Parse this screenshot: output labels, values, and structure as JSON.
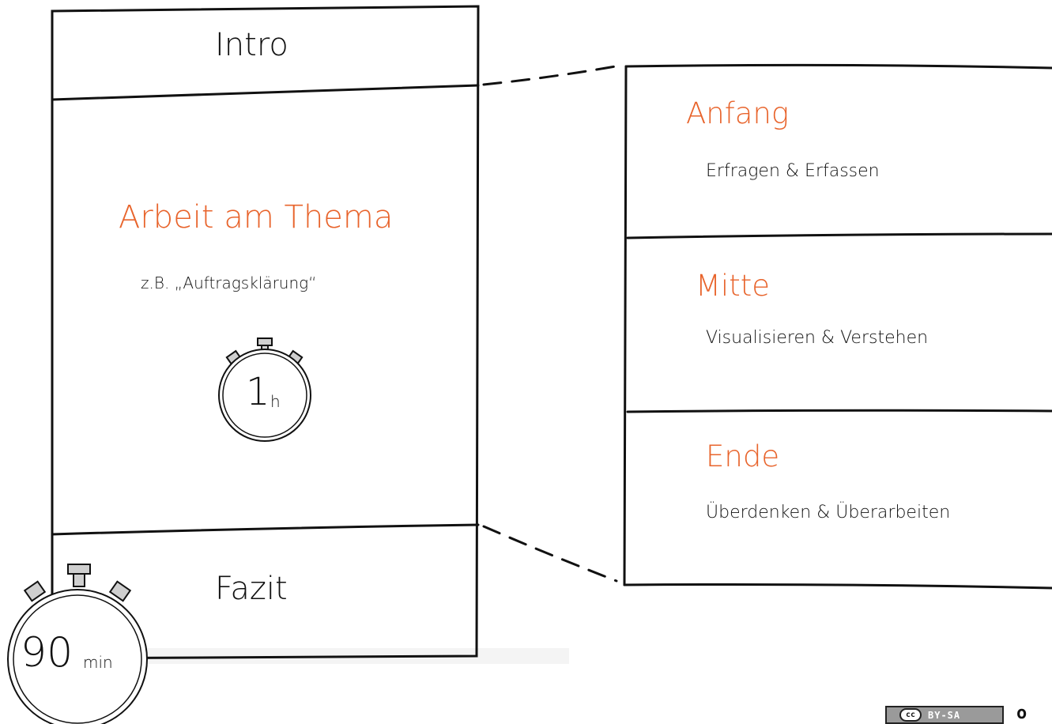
{
  "left_panel": {
    "intro": "Intro",
    "main_title": "Arbeit am Thema",
    "example": "z.B. „Auftragsklärung“",
    "timer_value": "1",
    "timer_unit": "h",
    "fazit": "Fazit"
  },
  "overall_timer": {
    "value": "90",
    "unit": "min"
  },
  "right_panel": {
    "sections": [
      {
        "title": "Anfang",
        "subtitle": "Erfragen & Erfassen"
      },
      {
        "title": "Mitte",
        "subtitle": "Visualisieren & Verstehen"
      },
      {
        "title": "Ende",
        "subtitle": "Überdenken & Überarbeiten"
      }
    ]
  },
  "license": {
    "cc": "cc",
    "label": "BY-SA",
    "trailing": "o"
  },
  "colors": {
    "accent": "#e8642c",
    "ink": "#111111"
  }
}
